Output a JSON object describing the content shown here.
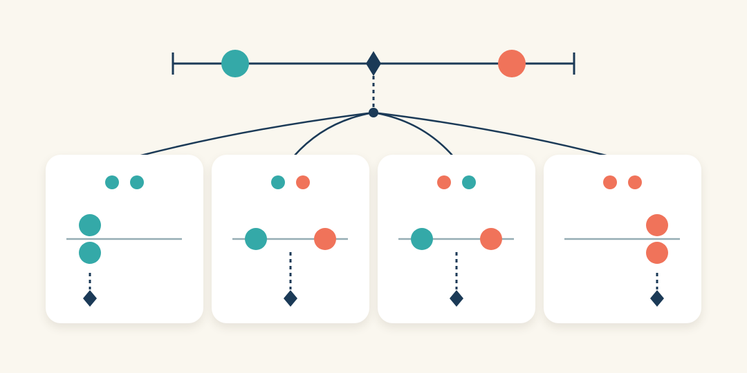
{
  "colors": {
    "background": "#faf7ef",
    "card": "#ffffff",
    "navy": "#1b3a57",
    "teal": "#34a9a8",
    "coral": "#f0735a",
    "axis": "#95adb4"
  },
  "top_scale": {
    "markers": [
      {
        "kind": "circle",
        "color": "teal",
        "position": 0.155
      },
      {
        "kind": "diamond",
        "color": "navy",
        "position": 0.5
      },
      {
        "kind": "circle",
        "color": "coral",
        "position": 0.845
      }
    ]
  },
  "cards": [
    {
      "pair": [
        "teal",
        "teal"
      ],
      "arrangement": "stacked-left",
      "diamond": "left"
    },
    {
      "pair": [
        "teal",
        "coral"
      ],
      "arrangement": "spread",
      "diamond": "center"
    },
    {
      "pair": [
        "coral",
        "teal"
      ],
      "arrangement": "spread",
      "diamond": "center"
    },
    {
      "pair": [
        "coral",
        "coral"
      ],
      "arrangement": "stacked-right",
      "diamond": "right"
    }
  ],
  "icons": [
    "circle-marker",
    "diamond-marker",
    "connector-node"
  ]
}
